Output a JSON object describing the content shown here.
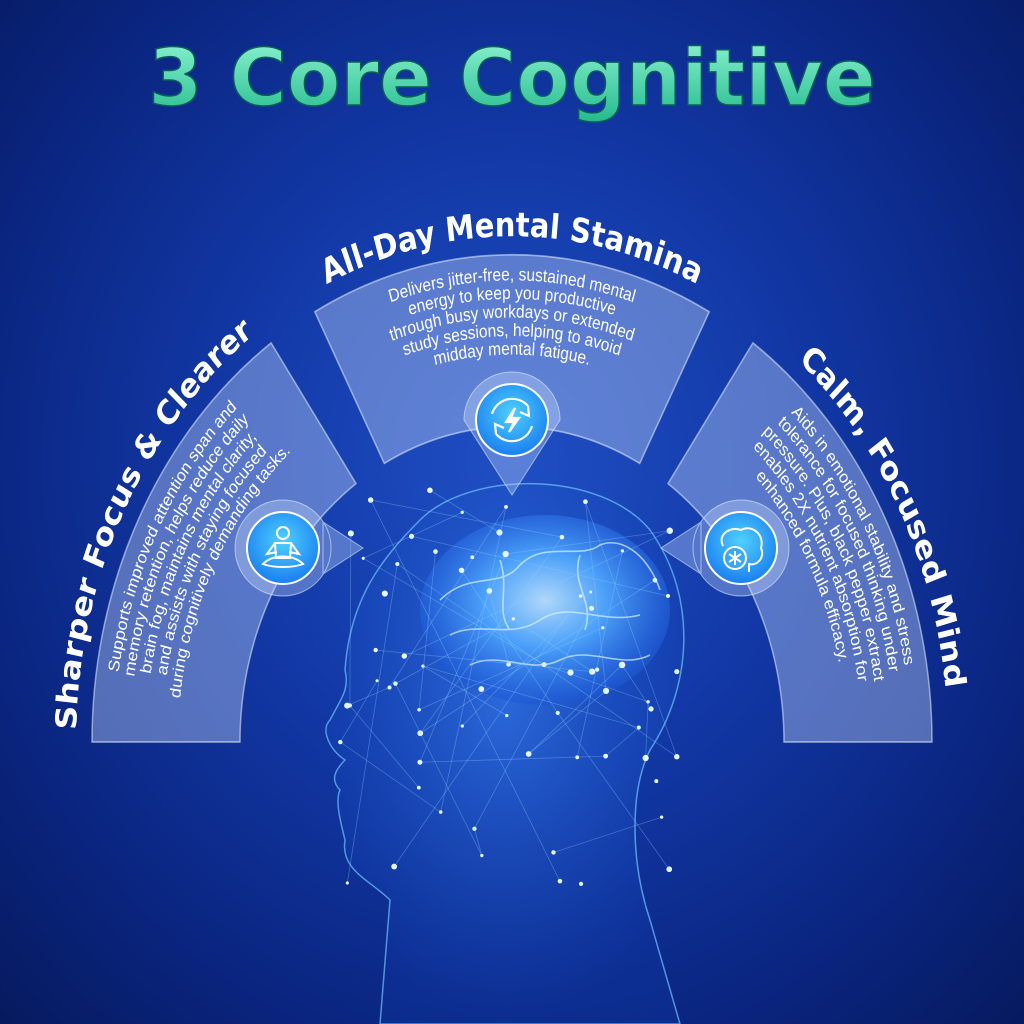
{
  "headline": "3 Core Cognitive",
  "colors": {
    "headline_top": "#7ff0c8",
    "headline_bottom": "#2fc79a",
    "background": "#1238a6",
    "panel": "#b9cdf5"
  },
  "panels": [
    {
      "id": "left",
      "title": "Sharper Focus & Clearer",
      "icon": "meditation-icon",
      "lines": [
        "Supports improved attention span and",
        "memory retention, helps reduce daily",
        "brain fog, maintains mental clarity,",
        "and assists with staying focused",
        "during cognitively demanding tasks."
      ]
    },
    {
      "id": "top",
      "title": "All-Day Mental Stamina",
      "icon": "energy-refresh-icon",
      "lines": [
        "Delivers jitter-free, sustained mental",
        "energy to keep you productive",
        "through busy workdays or extended",
        "study sessions, helping to avoid",
        "midday mental fatigue."
      ]
    },
    {
      "id": "right",
      "title": "Calm, Focused Mind",
      "icon": "brain-calm-icon",
      "lines": [
        "Aids in emotional stability and stress",
        "tolerance for focused thinking under",
        "pressure. Plus, black pepper extract",
        "enables 2X nutrient absorption for",
        "enhanced formula efficacy."
      ]
    }
  ]
}
